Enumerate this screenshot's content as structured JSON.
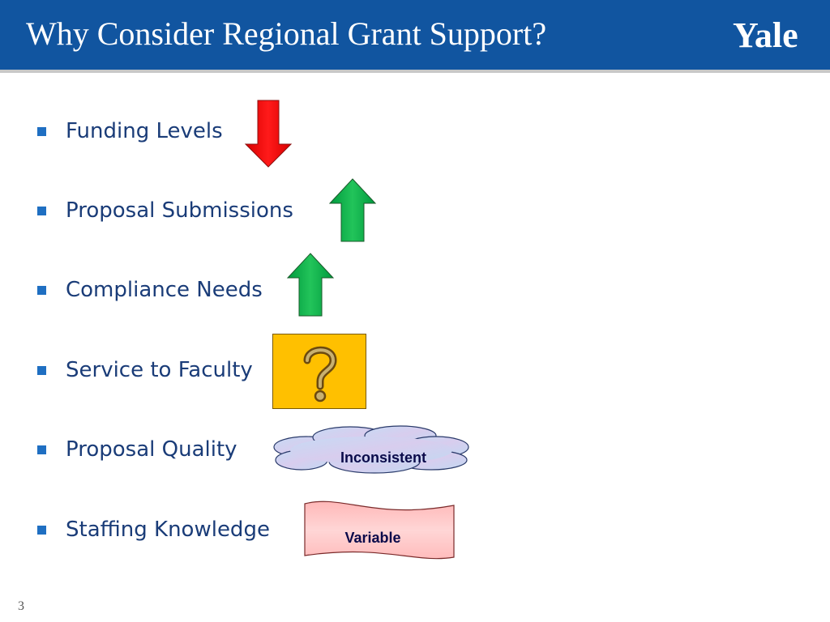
{
  "slide": {
    "title": "Why Consider Regional Grant Support?",
    "logo_text": "Yale",
    "page_number": "3"
  },
  "bullets": [
    {
      "label": "Funding Levels",
      "indicator": "down-arrow",
      "color": "#ff0000"
    },
    {
      "label": "Proposal Submissions",
      "indicator": "up-arrow",
      "color": "#00b050"
    },
    {
      "label": "Compliance Needs",
      "indicator": "up-arrow",
      "color": "#00b050"
    },
    {
      "label": "Service to Faculty",
      "indicator": "question-box",
      "color": "#ffc000"
    },
    {
      "label": "Proposal Quality",
      "indicator": "cloud",
      "text": "Inconsistent"
    },
    {
      "label": "Staffing Knowledge",
      "indicator": "wave-banner",
      "text": "Variable"
    }
  ],
  "colors": {
    "header_bg": "#1155a0",
    "bullet_text": "#1a3c78",
    "bullet_marker": "#1f6fc2"
  }
}
